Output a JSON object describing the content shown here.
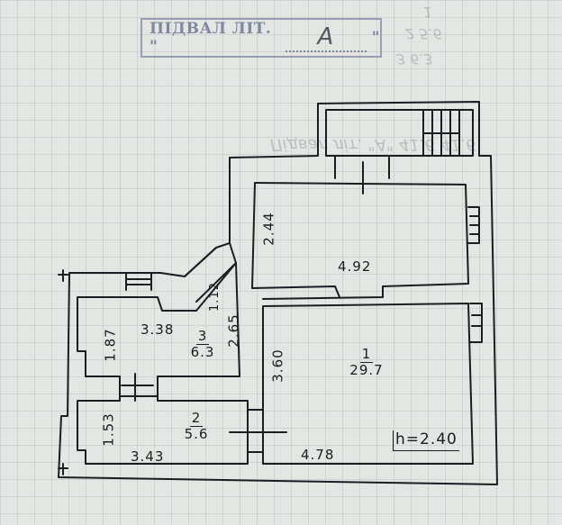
{
  "stamp": {
    "prefix": "ПІДВАЛ ЛІТ. \"",
    "letter": "А",
    "suffix": "\""
  },
  "bleed_through": {
    "top_lines": [
      "1",
      "2 5.6",
      "3 6.3"
    ],
    "middle_line": "Підвал літ. \"А\"  41.6  41.6"
  },
  "rooms": [
    {
      "id": "1",
      "number": "1",
      "area": "29.7"
    },
    {
      "id": "2",
      "number": "2",
      "area": "5.6"
    },
    {
      "id": "3",
      "number": "3",
      "area": "6.3"
    }
  ],
  "dimensions": {
    "upper_room_height": "2.44",
    "upper_room_width": "4.92",
    "room1_height": "3.60",
    "room1_width": "4.78",
    "room3_left_height": "1.87",
    "room3_width": "3.38",
    "room3_small": "1.12",
    "room3_right_height": "2.65",
    "room2_left_height": "1.53",
    "room2_width": "3.43"
  },
  "ceiling_height": "h=2.40"
}
